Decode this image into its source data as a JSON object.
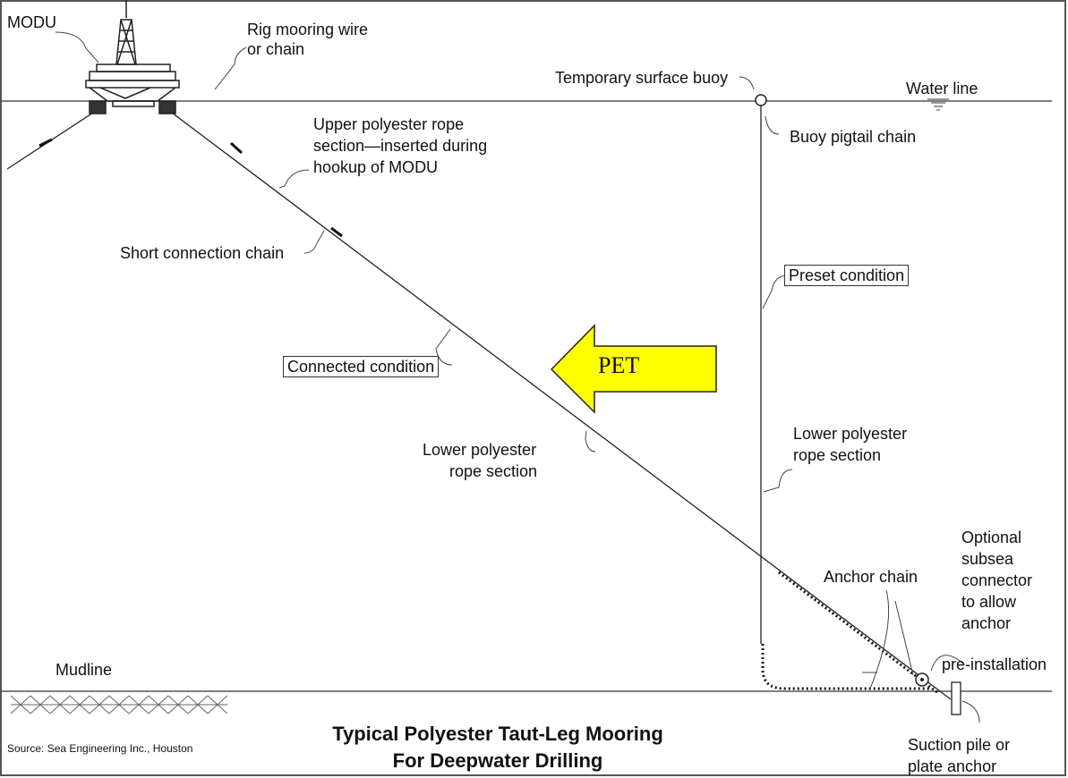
{
  "labels": {
    "modu": "MODU",
    "rig_mooring_1": "Rig mooring wire",
    "rig_mooring_2": "or chain",
    "temp_buoy": "Temporary surface buoy",
    "water_line": "Water line",
    "upper_rope_1": "Upper polyester rope",
    "upper_rope_2": "section—inserted during",
    "upper_rope_3": "hookup of MODU",
    "buoy_pigtail": "Buoy pigtail chain",
    "short_chain": "Short connection chain",
    "preset": "Preset condition",
    "connected": "Connected condition",
    "pet": "PET",
    "lower_rope_center_1": "Lower polyester",
    "lower_rope_center_2": "rope section",
    "lower_rope_right_1": "Lower polyester",
    "lower_rope_right_2": "rope section",
    "optional_1": "Optional",
    "optional_2": "subsea",
    "optional_3": "connector",
    "optional_4": "to allow",
    "optional_5": "anchor",
    "optional_6": "pre-installation",
    "anchor_chain": "Anchor chain",
    "mudline": "Mudline",
    "suction_1": "Suction pile or",
    "suction_2": "plate anchor",
    "source": "Source: Sea Engineering Inc., Houston"
  },
  "title": {
    "line1": "Typical Polyester Taut-Leg Mooring",
    "line2": "For Deepwater Drilling"
  },
  "colors": {
    "arrow_fill": "#ffff00",
    "arrow_stroke": "#222222",
    "line": "#333333",
    "border": "#555555"
  }
}
